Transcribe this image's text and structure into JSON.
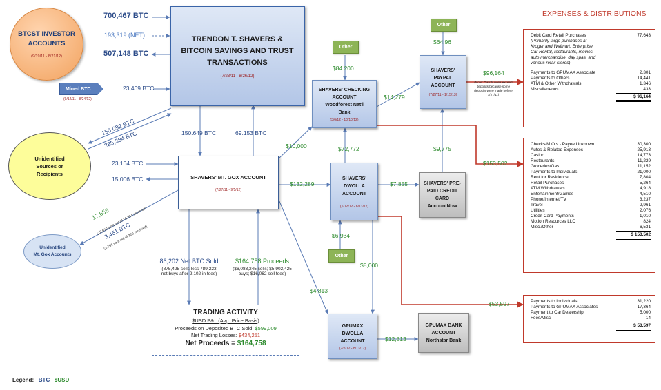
{
  "header": {
    "expenses_title": "EXPENSES & DISTRIBUTIONS"
  },
  "investor": {
    "line1": "BTCST INVESTOR",
    "line2": "ACCOUNTS",
    "dates": "(9/19/11 - 8/21/12)"
  },
  "mined": {
    "label": "Mined BTC",
    "dates": "(9/12/11 - 8/24/12)",
    "amount": "23,469 BTC"
  },
  "trust": {
    "line1": "TRENDON T. SHAVERS &",
    "line2": "BITCOIN SAVINGS AND TRUST",
    "line3": "TRANSACTIONS",
    "dates": "(7/23/11 - 8/26/12)"
  },
  "investor_flows": {
    "in": "700,467 BTC",
    "net": "193,319 (NET)",
    "out": "507,148 BTC"
  },
  "unidentified_sources": {
    "line1": "Unidentified",
    "line2": "Sources or",
    "line3": "Recipients"
  },
  "unidentified_gox": {
    "line1": "Unidentified",
    "line2": "Mt. Gox Accounts"
  },
  "source_flows": {
    "a": "150.092 BTC",
    "b": "285,384 BTC",
    "c": "23,164 BTC",
    "d": "15,006 BTC"
  },
  "gox_flows": {
    "a": "17,656",
    "a_note": "(28,010 sent net of 10,354 received)",
    "b": "3,451 BTC",
    "b_note": "(3,751 sent net of 300 received)"
  },
  "trust_gox": {
    "down": "150.649 BTC",
    "up": "69.153 BTC"
  },
  "mtgox": {
    "title": "SHAVERS' MT. GOX ACCOUNT",
    "dates": "(7/27/11 - 9/5/12)"
  },
  "checking": {
    "line1": "SHAVERS' CHECKING",
    "line2": "ACCOUNT",
    "line3": "Woodforest Nat'l",
    "line4": "Bank",
    "dates": "(3/6/12 - 10/10/12)"
  },
  "paypal": {
    "line1": "SHAVERS'",
    "line2": "PAYPAL",
    "line3": "ACCOUNT",
    "dates": "(7/27/11 - 1/15/13)"
  },
  "dwolla": {
    "line1": "SHAVERS'",
    "line2": "DWOLLA",
    "line3": "ACCOUNT",
    "dates": "(1/12/12 - 8/13/12)"
  },
  "prepaid": {
    "line1": "SHAVERS' PRE-",
    "line2": "PAID CREDIT CARD",
    "line3": "AccountNow"
  },
  "gpumax_dwolla": {
    "line1": "GPUMAX",
    "line2": "DWOLLA",
    "line3": "ACCOUNT",
    "dates": "(2/2/12 - 8/13/12)"
  },
  "gpumax_bank": {
    "line1": "GPUMAX BANK",
    "line2": "ACCOUNT",
    "line3": "Northstar Bank"
  },
  "other": {
    "label": "Other"
  },
  "usd_flows": {
    "other_checking": "$84.200",
    "other_paypal": "$64,96",
    "checking_paypal": "$14,279",
    "gox_checking": "$10,000",
    "dwolla_checking": "$72,772",
    "gox_dwolla": "$132,289",
    "dwolla_prepaid": "$7,855",
    "prepaid_paypal": "$9,775",
    "other_dwolla": "$6,934",
    "dwolla_gpumax": "$8,000",
    "gox_gpumax": "$4,813",
    "gpumax_bank": "$12,813",
    "paypal_exp": "$96,164",
    "paypal_note": "(Note: Distributions exceed deposits because some deposits were made before 7/27/11)",
    "checking_exp": "$153,502",
    "dwolla_exp": "$53,597"
  },
  "btc_sold": {
    "title": "86,202 Net BTC Sold",
    "line1": "(875,425 sells less 789,223",
    "line2": "net buys after 2,102 in fees)"
  },
  "proceeds": {
    "title": "$164,758 Proceeds",
    "line1": "($6,083,245 sells; $5,902,425",
    "line2": "buys; $16,062 sell fees)"
  },
  "trading": {
    "title": "TRADING ACTIVITY",
    "subtitle": "$USD P&L (Avg. Price Basis)",
    "proceeds_label": "Proceeds on Deposited BTC Sold:",
    "proceeds_value": "$599,009",
    "losses_label": "Net Trading Losses:",
    "losses_value": "$434,251",
    "net_label": "Net Proceeds =",
    "net_value": "$164,758"
  },
  "exp1": {
    "rows": [
      {
        "label": "Debit Card Retail Purchases",
        "value": "77,643"
      },
      {
        "label": "(Primarily large purchases at",
        "value": ""
      },
      {
        "label": "Kroger and Walmart, Enterprise",
        "value": ""
      },
      {
        "label": "Car Rental, restaurants, movies,",
        "value": ""
      },
      {
        "label": "auto merchandise, day spas, and",
        "value": ""
      },
      {
        "label": "various retail stores)",
        "value": ""
      },
      {
        "label": "",
        "value": ""
      },
      {
        "label": "Payments to GPUMAX Associate",
        "value": "2,301"
      },
      {
        "label": "Payments to Others",
        "value": "14,441"
      },
      {
        "label": "ATM & Other Withdrawals",
        "value": "1,346"
      },
      {
        "label": "Miscellaneous",
        "value": "433"
      }
    ],
    "total": "$ 96,164"
  },
  "exp2": {
    "rows": [
      {
        "label": "Checks/M.O.s - Payee Unknown",
        "value": "30,300"
      },
      {
        "label": "Autos & Related Expenses",
        "value": "25,913"
      },
      {
        "label": "Casino",
        "value": "14,773"
      },
      {
        "label": "Restaurants",
        "value": "11,229"
      },
      {
        "label": "Groceries/Gas",
        "value": "11,152"
      },
      {
        "label": "Payments to Individuals",
        "value": "21,000"
      },
      {
        "label": "Rent for Residence",
        "value": "7,804"
      },
      {
        "label": "Retail Purchases",
        "value": "5,264"
      },
      {
        "label": "ATM Withdrawals",
        "value": "4,918"
      },
      {
        "label": "Entertainment/Games",
        "value": "4,510"
      },
      {
        "label": "Phone/Internet/TV",
        "value": "3,237"
      },
      {
        "label": "Travel",
        "value": "2,961"
      },
      {
        "label": "Utilities",
        "value": "2,076"
      },
      {
        "label": "Credit Card Payments",
        "value": "1,010"
      },
      {
        "label": "Motion Resources LLC",
        "value": "824"
      },
      {
        "label": "Misc./Other",
        "value": "6,531"
      }
    ],
    "total": "$ 153,502"
  },
  "exp3": {
    "rows": [
      {
        "label": "Payments to Individuals",
        "value": "31,220"
      },
      {
        "label": "Payments to GPUMAX Associates",
        "value": "17,364"
      },
      {
        "label": "Payment to Car Dealership",
        "value": "5,000"
      },
      {
        "label": "Fees/Misc",
        "value": "14"
      }
    ],
    "total": "$ 53,597"
  },
  "legend": {
    "label": "Legend:",
    "btc": "BTC",
    "usd": "$USD"
  },
  "colors": {
    "btc": "#2a4a88",
    "usd": "#2e8b2e",
    "expense": "#c0392b",
    "arrow": "#5a7bb5"
  }
}
